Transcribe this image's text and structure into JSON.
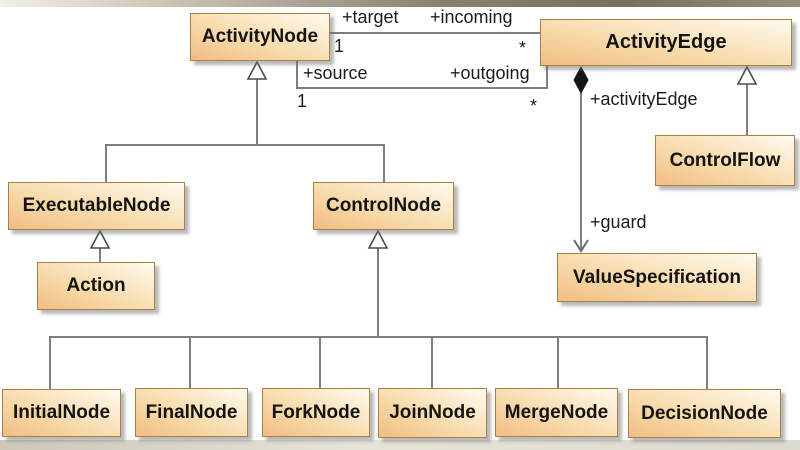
{
  "diagram": {
    "kind": "uml-class-diagram",
    "classes": {
      "activityNode": "ActivityNode",
      "activityEdge": "ActivityEdge",
      "controlFlow": "ControlFlow",
      "executableNode": "ExecutableNode",
      "controlNode": "ControlNode",
      "action": "Action",
      "valueSpecification": "ValueSpecification",
      "initialNode": "InitialNode",
      "finalNode": "FinalNode",
      "forkNode": "ForkNode",
      "joinNode": "JoinNode",
      "mergeNode": "MergeNode",
      "decisionNode": "DecisionNode"
    },
    "edge_labels": {
      "target": "+target",
      "incoming": "+incoming",
      "source": "+source",
      "outgoing": "+outgoing",
      "activity_edge_role": "+activityEdge",
      "guard": "+guard",
      "mult_target_one": "1",
      "mult_incoming_many": "*",
      "mult_source_one": "1",
      "mult_outgoing_many": "*"
    },
    "colors": {
      "box_dark": "#f1bd83",
      "box_light": "#fdf4e1",
      "box_border": "#a98045",
      "line_color": "#7e7e7e"
    }
  }
}
